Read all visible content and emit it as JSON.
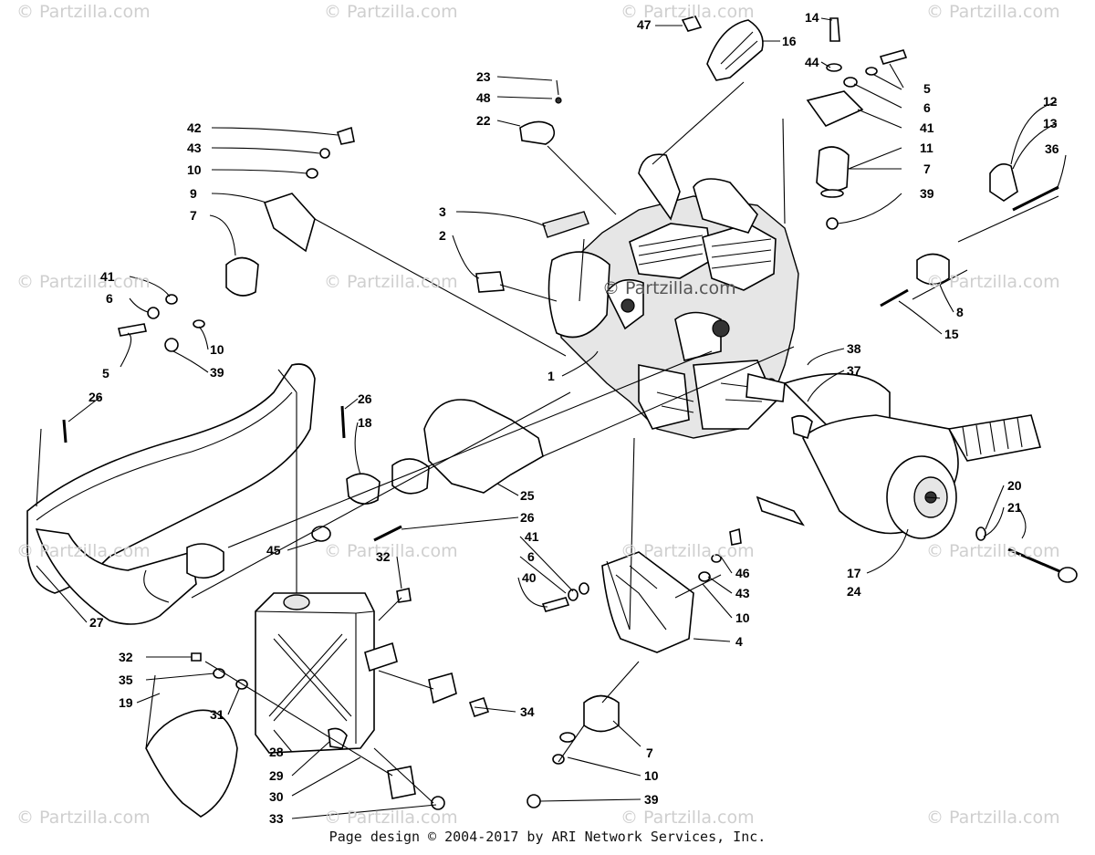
{
  "watermark_text": "© Partzilla.com",
  "center_watermark": "© Partzilla.com",
  "footer": "Page design © 2004-2017 by ARI Network Services, Inc.",
  "callouts": [
    "47",
    "16",
    "14",
    "44",
    "5",
    "6",
    "41",
    "11",
    "7",
    "39",
    "23",
    "48",
    "22",
    "42",
    "43",
    "10",
    "9",
    "7",
    "3",
    "2",
    "12",
    "13",
    "36",
    "41",
    "6",
    "5",
    "10",
    "39",
    "1",
    "8",
    "15",
    "38",
    "37",
    "26",
    "26",
    "18",
    "25",
    "26",
    "45",
    "32",
    "27",
    "41",
    "6",
    "40",
    "46",
    "43",
    "10",
    "4",
    "20",
    "21",
    "17",
    "24",
    "32",
    "35",
    "19",
    "31",
    "34",
    "28",
    "29",
    "30",
    "33",
    "7",
    "10",
    "39"
  ]
}
